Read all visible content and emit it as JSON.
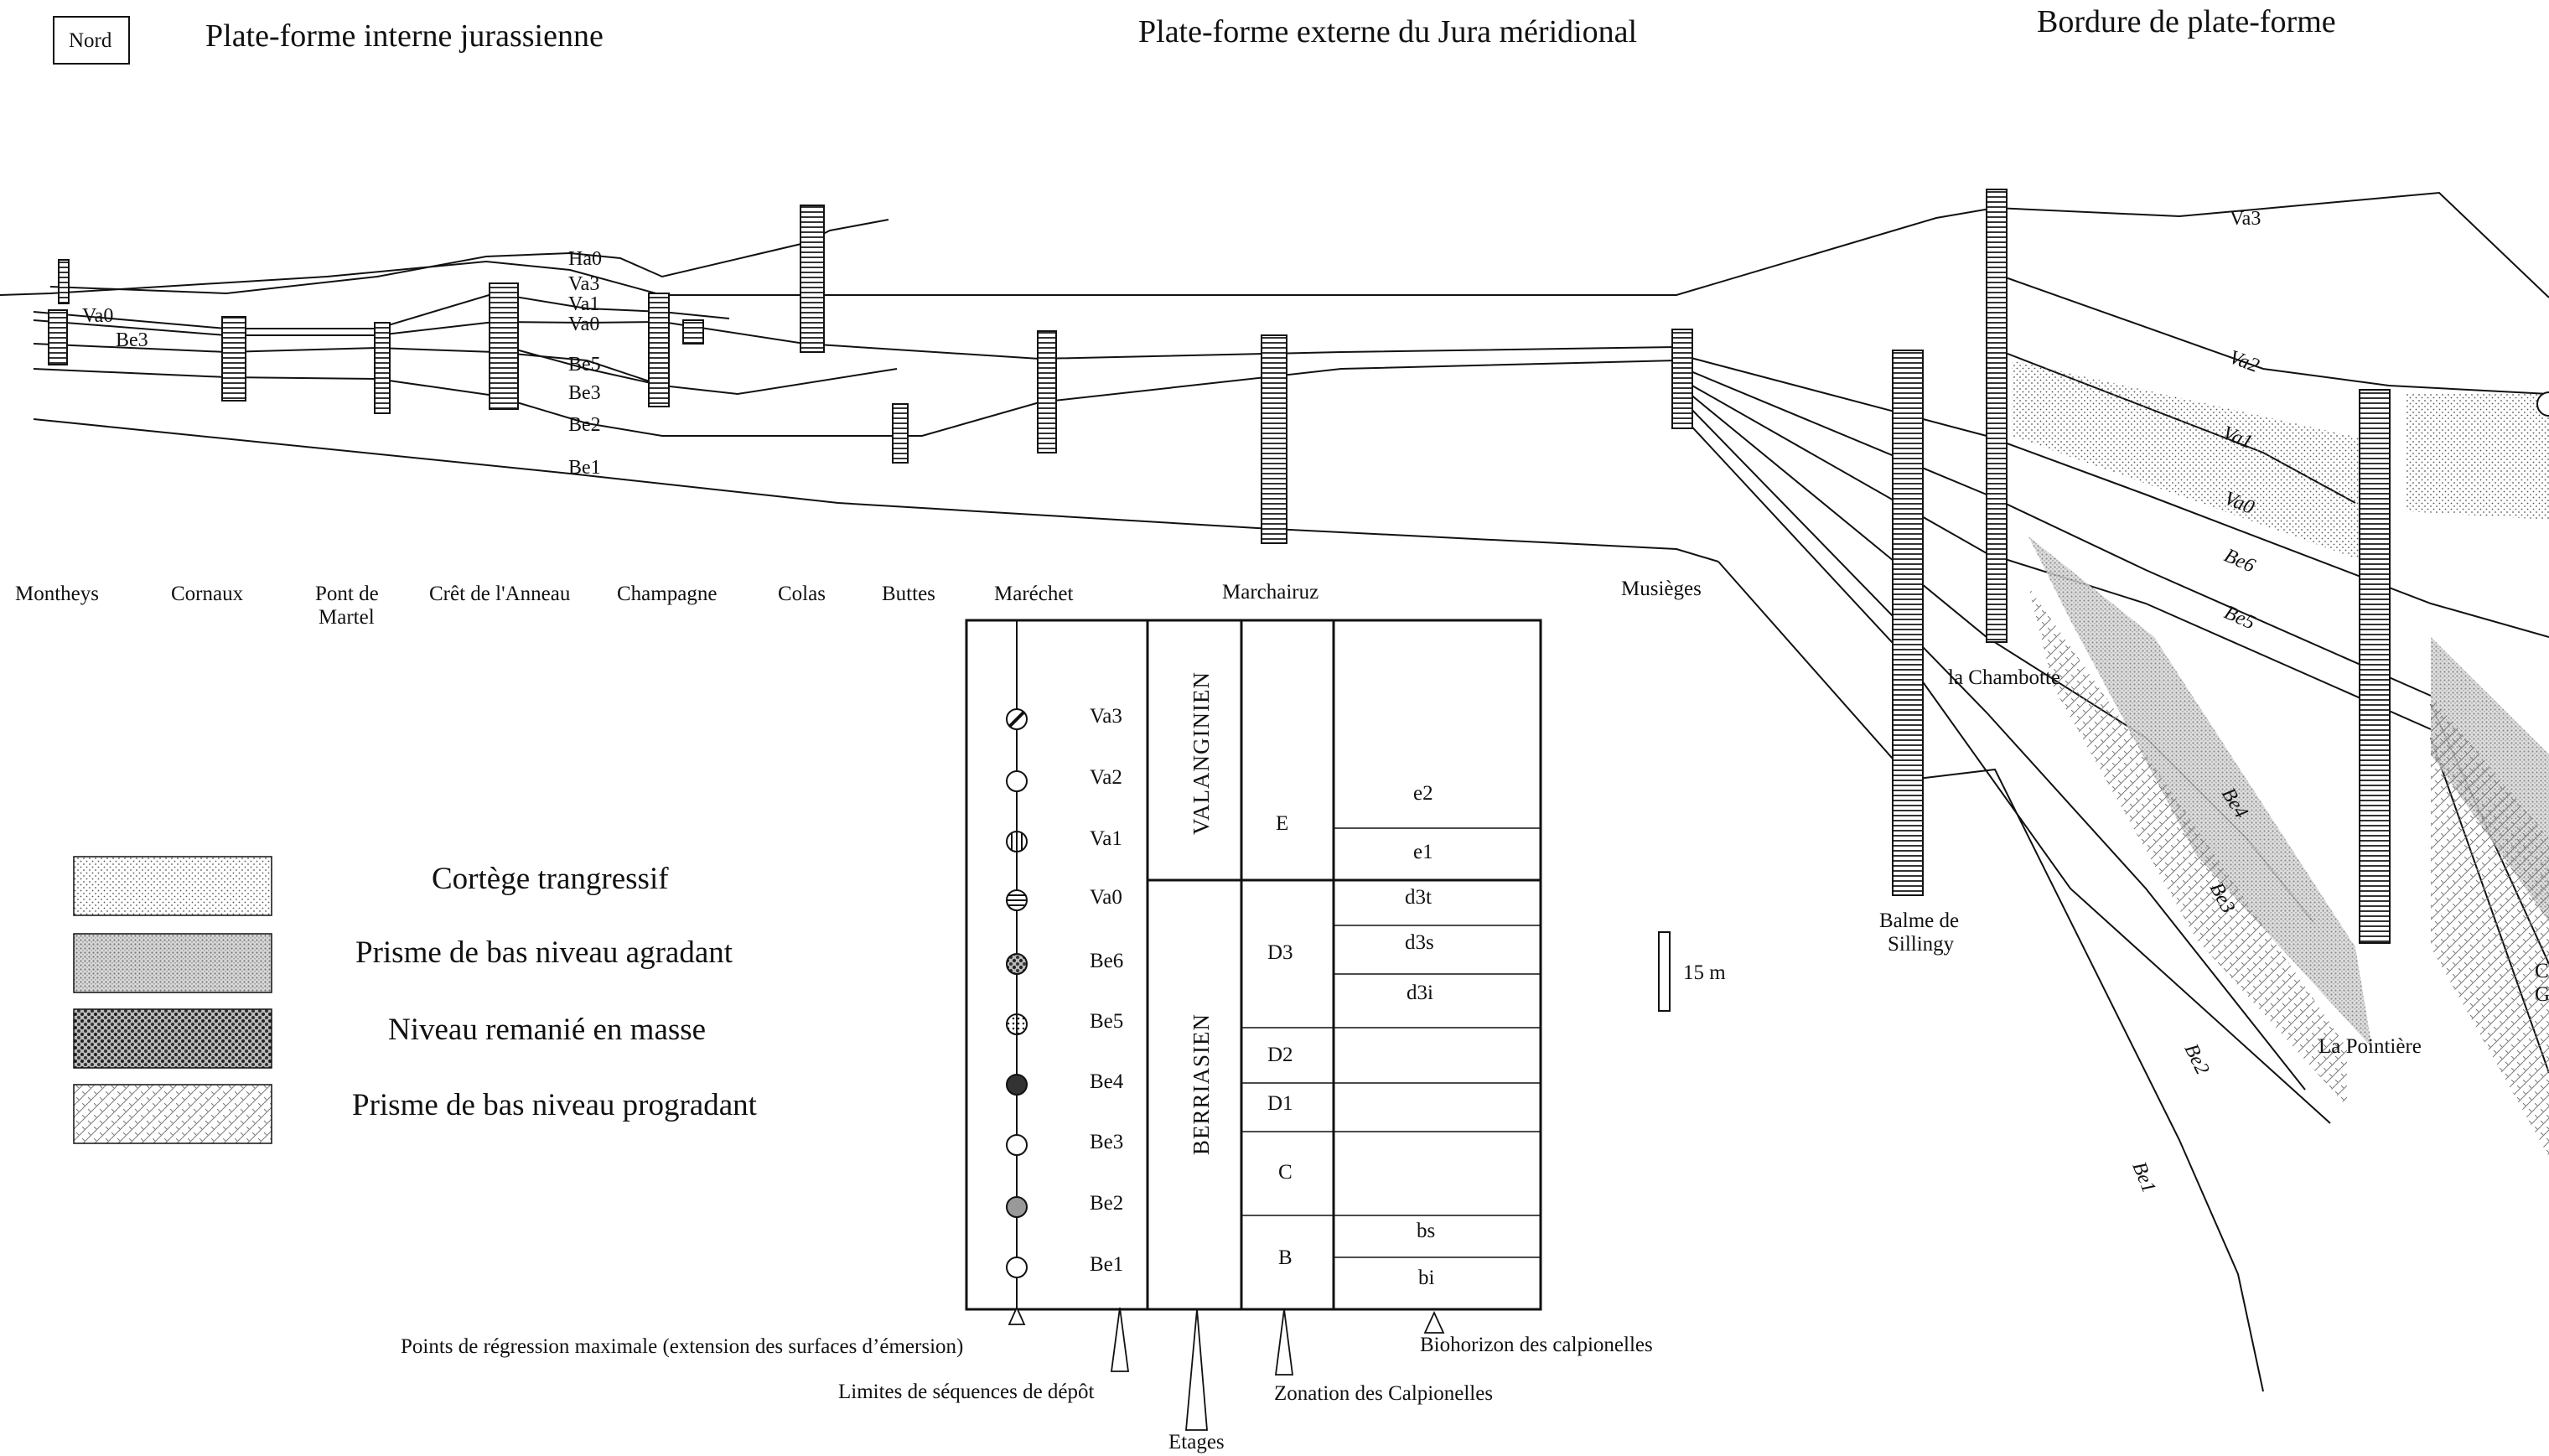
{
  "north_label": "Nord",
  "headers": {
    "internal": "Plate-forme interne jurassienne",
    "external": "Plate-forme externe du Jura méridional",
    "edge": "Bordure de plate-forme"
  },
  "localities": {
    "montheys": "Montheys",
    "cornaux": "Cornaux",
    "pont_de_martel_1": "Pont de",
    "pont_de_martel_2": "Martel",
    "cret": "Crêt de l'Anneau",
    "champagne": "Champagne",
    "colas": "Colas",
    "buttes": "Buttes",
    "marechet": "Maréchet",
    "marchairuz": "Marchairuz",
    "musieges": "Musièges",
    "chambotte": "la Chambotte",
    "balme_1": "Balme de",
    "balme_2": "Sillingy",
    "pointiere": "La Pointière",
    "cut_1": "C",
    "cut_2": "G"
  },
  "sequence_labels": {
    "ha0": "Ha0",
    "va3": "Va3",
    "va2": "Va2",
    "va1": "Va1",
    "va0": "Va0",
    "be6": "Be6",
    "be5": "Be5",
    "be4": "Be4",
    "be3": "Be3",
    "be2": "Be2",
    "be1": "Be1"
  },
  "legend": [
    {
      "label": "Cortège trangressif",
      "pattern": "fine-dots"
    },
    {
      "label": "Prisme de bas niveau agradant",
      "pattern": "grey-stipple"
    },
    {
      "label": "Niveau remanié en masse",
      "pattern": "dense-dark-dots"
    },
    {
      "label": "Prisme de bas niveau progradant",
      "pattern": "cross-hatch"
    }
  ],
  "scale": {
    "label": "15 m"
  },
  "table": {
    "sequences": [
      "Va3",
      "Va2",
      "Va1",
      "Va0",
      "Be6",
      "Be5",
      "Be4",
      "Be3",
      "Be2",
      "Be1"
    ],
    "stages": {
      "valanginien": "VALANGINIEN",
      "berriasien": "BERRIASIEN"
    },
    "zones": {
      "e": "E",
      "d3": "D3",
      "d2": "D2",
      "d1": "D1",
      "c": "C",
      "b": "B"
    },
    "biohorizons": {
      "e2": "e2",
      "e1": "e1",
      "d3t": "d3t",
      "d3s": "d3s",
      "d3i": "d3i",
      "bs": "bs",
      "bi": "bi"
    }
  },
  "captions": {
    "regression": "Points de régression maximale (extension des surfaces d’émersion)",
    "limits": "Limites de séquences de dépôt",
    "stages": "Etages",
    "zonation": "Zonation des Calpionelles",
    "biohorizon": "Biohorizon des calpionelles"
  },
  "colors": {
    "ink": "#111111",
    "paper": "#ffffff",
    "stipple": "#9a9a9a"
  }
}
